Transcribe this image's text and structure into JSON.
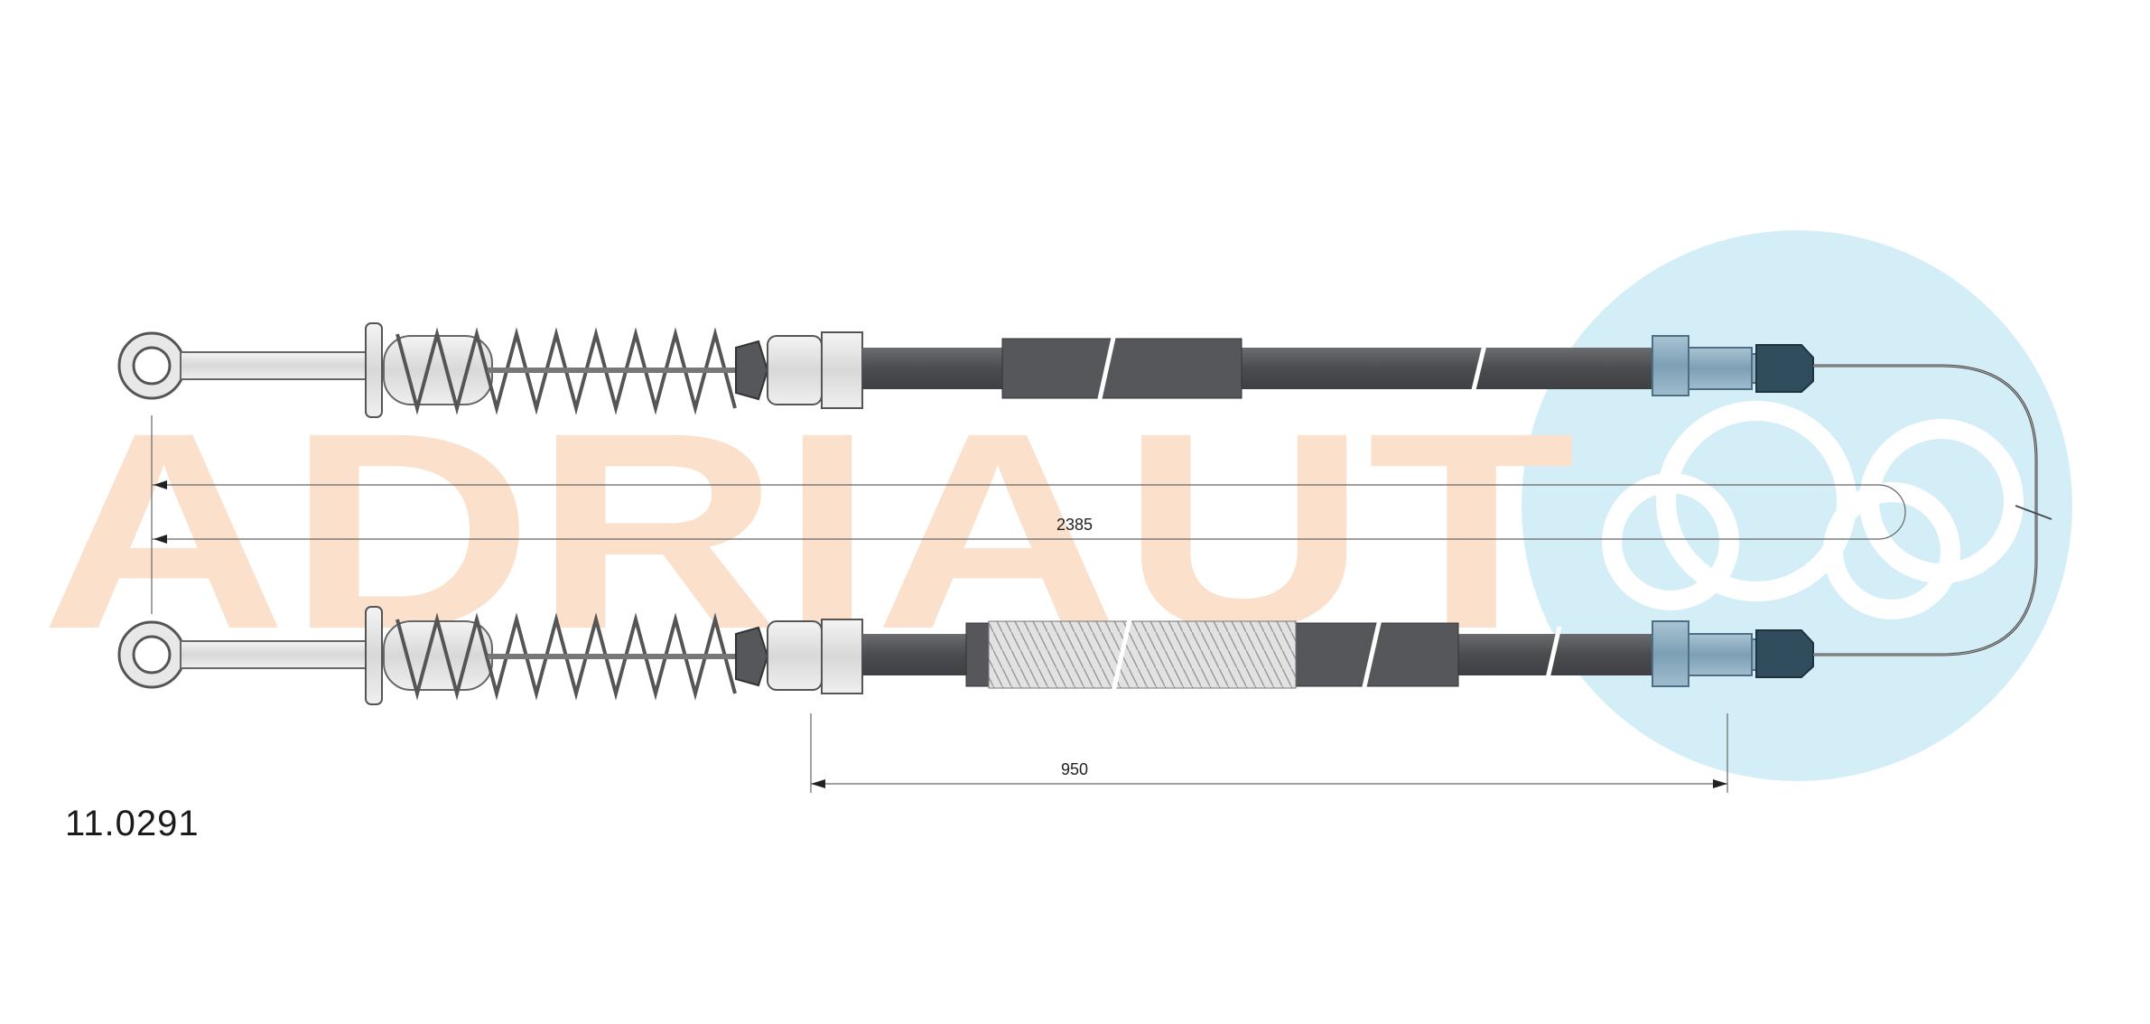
{
  "brand": {
    "watermark_text": "ADRIAUT",
    "watermark_color": "#fbe1cc",
    "logo_circle_color": "#d4eef8",
    "logo_ring_color": "#ffffff"
  },
  "part": {
    "number": "11.0291"
  },
  "dimensions": {
    "total_length": "2385",
    "sheath_length": "950"
  },
  "colors": {
    "cable_dark": "#55575a",
    "fitting_light": "#e6e6e6",
    "fitting_stroke": "#555555",
    "nut_blue": "#8fb0c4",
    "wire_line": "#4a4a4a",
    "dim_line": "#333333"
  },
  "icons": {
    "eyelet_left": "ring-eyelet-icon",
    "logo": "adriaut-rings-logo-icon"
  }
}
